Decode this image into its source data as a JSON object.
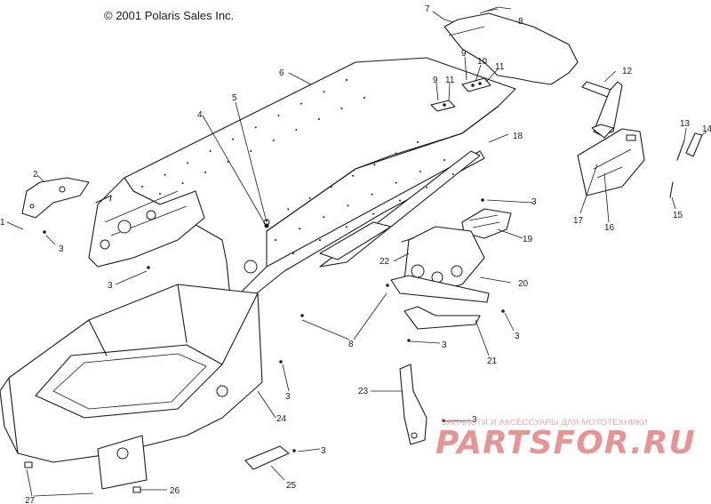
{
  "copyright": "© 2001 Polaris Sales Inc.",
  "watermark": {
    "tagline": "ЗАПЧАСТИ И АКСЕССУАРЫ ДЛЯ МОТОТЕХНИКИ",
    "logo": "PARTSFOR.RU",
    "color": "#e07878"
  },
  "callouts": [
    "1",
    "2",
    "3",
    "4",
    "5",
    "6",
    "7",
    "8",
    "9",
    "10",
    "11",
    "12",
    "13",
    "14",
    "15",
    "16",
    "17",
    "18",
    "19",
    "20",
    "21",
    "22",
    "23",
    "24",
    "25",
    "26",
    "27"
  ]
}
